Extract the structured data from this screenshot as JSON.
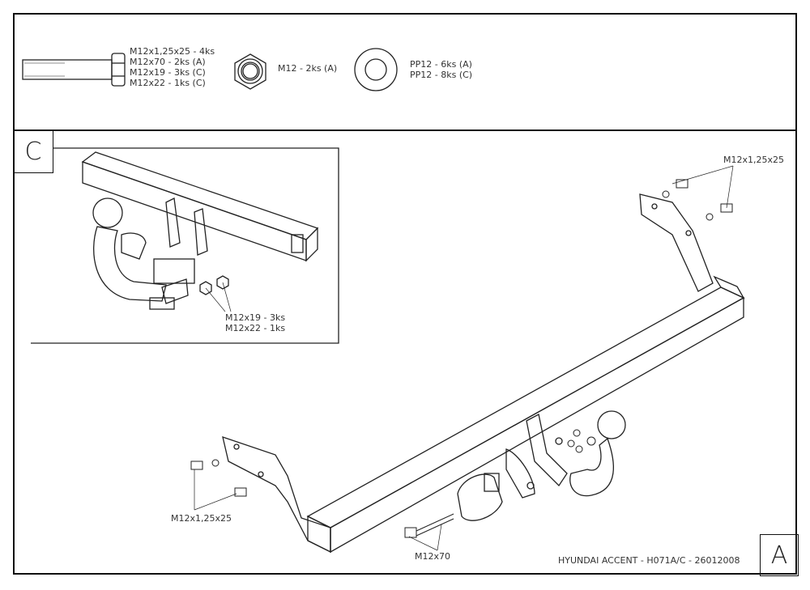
{
  "parts": {
    "bolt": [
      "M12x1,25x25 - 4ks",
      "M12x70 - 2ks (A)",
      "M12x19 - 3ks (C)",
      "M12x22 - 1ks (C)"
    ],
    "nut": [
      "M12 - 2ks (A)"
    ],
    "washer": [
      "PP12 - 6ks (A)",
      "PP12 - 8ks (C)"
    ]
  },
  "variant_c": {
    "label": "C",
    "callouts": [
      "M12x19 - 3ks",
      "M12x22 - 1ks"
    ]
  },
  "variant_a": {
    "label": "A",
    "callout_top_right": "M12x1,25x25",
    "callout_left": "M12x1,25x25",
    "callout_bottom": "M12x70"
  },
  "title_block": "HYUNDAI ACCENT - H071A/C - 26012008"
}
